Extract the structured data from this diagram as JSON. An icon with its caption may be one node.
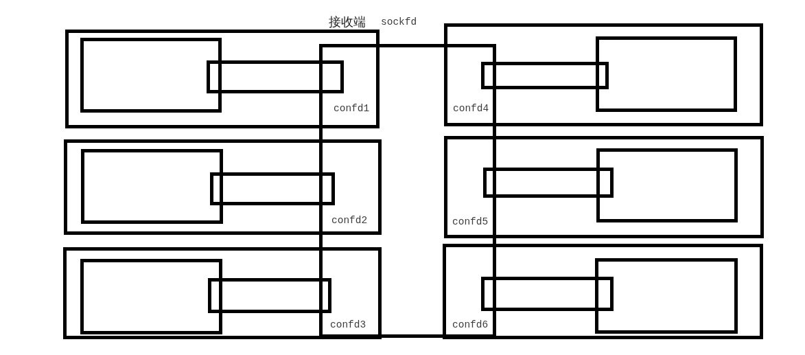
{
  "diagram": {
    "nodes": [
      {
        "text": [
          "接收端",
          "sockfd"
        ]
      },
      {
        "text": [
          "confd1"
        ]
      },
      {
        "text": [],
        "shape": "box",
        "in": 1
      },
      {
        "text": [],
        "shape": "box",
        "in": 1
      },
      {
        "text": [
          "confd2"
        ]
      },
      {
        "text": [],
        "shape": "box",
        "in": 4
      },
      {
        "text": [],
        "shape": "box",
        "in": 4
      },
      {
        "text": [
          "confd3"
        ]
      },
      {
        "text": [],
        "shape": "box",
        "in": 7
      },
      {
        "text": [],
        "shape": "box",
        "in": 7
      },
      {
        "text": [
          "confd4"
        ]
      },
      {
        "text": [],
        "shape": "box",
        "in": 10
      },
      {
        "text": [],
        "shape": "box",
        "in": 10
      },
      {
        "text": [
          "confd5"
        ]
      },
      {
        "text": [],
        "shape": "box",
        "in": 13
      },
      {
        "text": [],
        "shape": "box",
        "in": 13
      },
      {
        "text": [
          "confd6"
        ]
      },
      {
        "text": [],
        "shape": "box",
        "in": 16
      },
      {
        "text": [],
        "shape": "box",
        "in": 16
      }
    ]
  }
}
